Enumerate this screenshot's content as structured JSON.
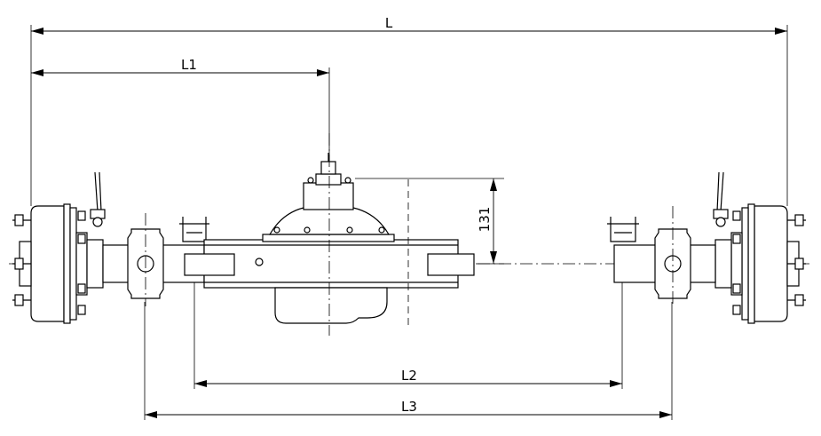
{
  "dimensions": {
    "overall": "L",
    "to_center": "L1",
    "spring_span": "L2",
    "hub_span": "L3",
    "housing_height": "131"
  }
}
